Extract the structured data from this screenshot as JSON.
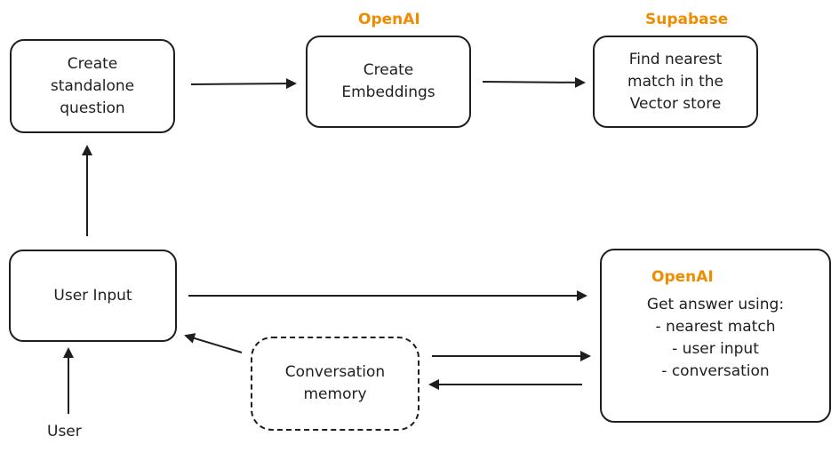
{
  "nodes": {
    "standalone": {
      "lines": [
        "Create",
        "standalone",
        "question"
      ]
    },
    "embeddings": {
      "service": "OpenAI",
      "lines": [
        "Create",
        "Embeddings"
      ]
    },
    "vector_store": {
      "service": "Supabase",
      "lines": [
        "Find nearest",
        "match in the",
        "Vector store"
      ]
    },
    "user_input": {
      "lines": [
        "User Input"
      ]
    },
    "memory": {
      "lines": [
        "Conversation",
        "memory"
      ]
    },
    "answer": {
      "service": "OpenAI",
      "lines": [
        "Get answer using:",
        "- nearest match",
        "- user input",
        "- conversation"
      ]
    }
  },
  "user_label": "User",
  "colors": {
    "stroke": "#1e1e1e",
    "service_accent": "#f08c00",
    "background": "#ffffff"
  }
}
